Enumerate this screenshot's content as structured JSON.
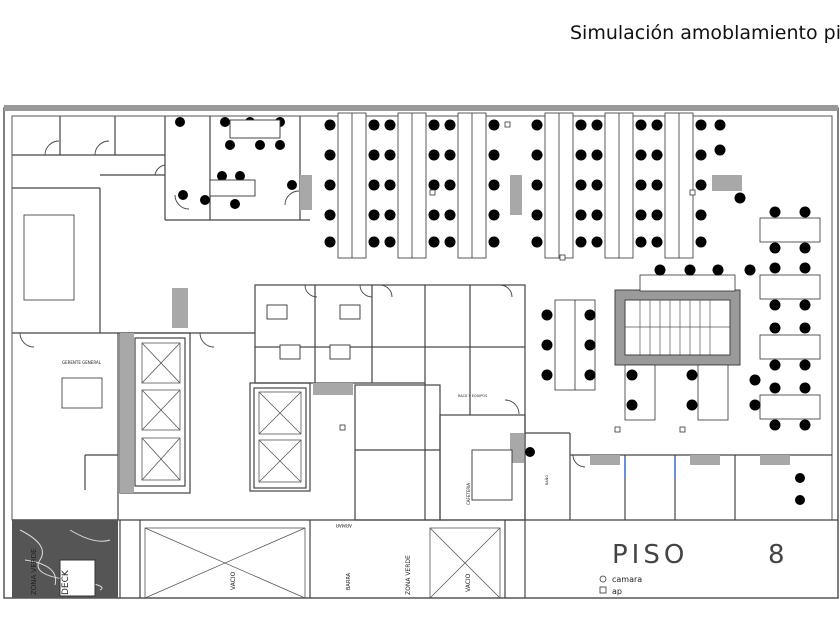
{
  "slide": {
    "title": "Simulación amoblamiento pis"
  },
  "plan": {
    "piso_word": "PISO",
    "piso_number": "8",
    "legend": [
      {
        "symbol": "circle-icon",
        "label": "camara"
      },
      {
        "symbol": "square-icon",
        "label": "ap"
      }
    ],
    "rooms": {
      "gerente": "GERENTE GENERAL",
      "cafeteria": "CAFETERIA",
      "racks": "RACK Y EQUIPOS",
      "zona_verde": "ZONA VERDE",
      "deck": "DECK",
      "vacio": "VACIO",
      "barra": "BARRA",
      "armar": "ARMAR",
      "bano": "BAÑO"
    }
  }
}
